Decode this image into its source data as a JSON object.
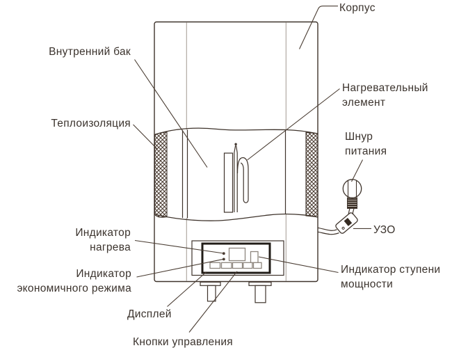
{
  "figure": {
    "type": "water-heater-cutaway-diagram",
    "labels": {
      "korpus": "Корпус",
      "inner_tank": "Внутренний бак",
      "insulation": "Теплоизоляция",
      "heating_element": [
        "Нагревательный",
        "элемент"
      ],
      "power_cord": [
        "Шнур",
        "питания"
      ],
      "uzo": "УЗО",
      "power_level_indicator": [
        "Индикатор ступени",
        "мощности"
      ],
      "heating_indicator": [
        "Индикатор",
        "нагрева"
      ],
      "eco_indicator": [
        "Индикатор",
        "экономичного режима"
      ],
      "display": "Дисплей",
      "control_buttons": "Кнопки управления"
    },
    "panel": {
      "button_count": 5,
      "led_count": 2
    },
    "colors": {
      "background": "#ffffff",
      "line": "#3e332b",
      "light_line": "#a9a29b",
      "bezel": "#211c17",
      "text": "#3b332d"
    }
  }
}
